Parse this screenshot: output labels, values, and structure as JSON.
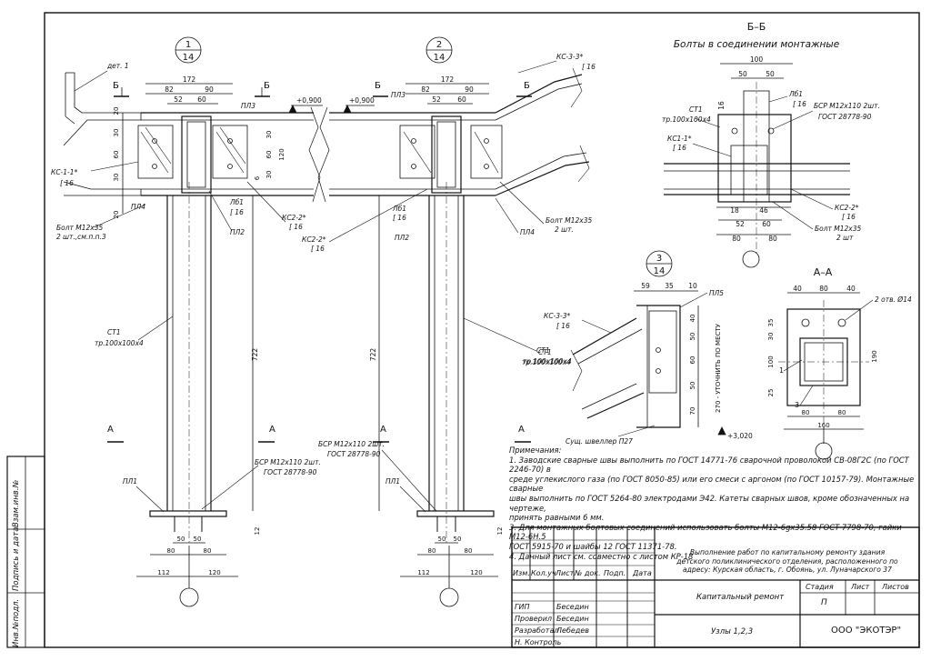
{
  "section_bb": {
    "title": "Б–Б",
    "subtitle": "Болты в соединении монтажные",
    "dims": [
      "100",
      "50",
      "50",
      "18",
      "46",
      "52",
      "60",
      "80",
      "80",
      "16"
    ],
    "labels": {
      "lb1": "Лб1",
      "lb1_sub": "[ 16",
      "bsr": "БСР М12х110 2шт.",
      "bsr_gost": "ГОСТ 28778-90",
      "st1": "СТ1",
      "st1_sub": "тр.100х100х4",
      "ks11": "КС1-1*",
      "ks11_sub": "[ 16",
      "ks22": "КС2-2*",
      "ks22_sub": "[ 16",
      "bolt": "Болт М12х35",
      "bolt_sub": "2 шт"
    }
  },
  "section_aa": {
    "title": "А–А",
    "dims": [
      "40",
      "80",
      "40",
      "35",
      "30",
      "100",
      "25",
      "80",
      "80",
      "160",
      "190"
    ],
    "holes": "2 отв. Ø14",
    "markers": [
      "1",
      "3"
    ]
  },
  "node1": {
    "circle_top": "1",
    "circle_bottom": "14",
    "dims_top": [
      "172",
      "82",
      "90",
      "52",
      "60"
    ],
    "dims_side": [
      "20",
      "30",
      "60",
      "30",
      "20",
      "30",
      "30",
      "60",
      "120",
      "6"
    ],
    "height": "722",
    "dims_base": [
      "50",
      "50",
      "80",
      "80",
      "112",
      "120",
      "12"
    ],
    "labels": {
      "det": "дет. 1",
      "b": "Б",
      "a": "А",
      "level": "+0,900",
      "pl3": "ПЛ3",
      "ks11": "КС-1-1*",
      "ks11_sub": "[ 16",
      "lb1": "Лб1",
      "lb1_sub": "[ 16",
      "pl4": "ПЛ4",
      "pl2": "ПЛ2",
      "ks22": "КС2-2*",
      "ks22_sub": "[ 16",
      "bolt": "Болт М12х35",
      "bolt_sub": "2 шт.,см.п.п.3",
      "st1": "СТ1",
      "st1_sub": "тр.100х100х4",
      "bsr": "БСР М12х110 2шт.",
      "bsr_gost": "ГОСТ 28778-90",
      "pl1": "ПЛ1"
    }
  },
  "node2": {
    "circle_top": "2",
    "circle_bottom": "14",
    "dims_top": [
      "172",
      "82",
      "90",
      "52",
      "60"
    ],
    "height": "722",
    "dims_base": [
      "50",
      "50",
      "80",
      "80",
      "112",
      "120",
      "12"
    ],
    "labels": {
      "b": "Б",
      "a": "А",
      "level": "+0,900",
      "pl3": "ПЛ3",
      "ks33": "КС-3-3*",
      "ks33_sub": "[ 16",
      "lb1": "Лб1",
      "lb1_sub": "[ 16",
      "pl2": "ПЛ2",
      "pl4": "ПЛ4",
      "ks22": "КС2-2*",
      "ks22_sub": "[ 16",
      "bolt": "Болт М12х35",
      "bolt_sub": "2 шт.",
      "st1": "СТ1",
      "st1_sub": "тр.100х100х4",
      "bsr": "БСР М12х110 2шт.",
      "bsr_gost": "ГОСТ 28778-90",
      "pl1": "ПЛ1"
    }
  },
  "node3": {
    "circle_top": "3",
    "circle_bottom": "14",
    "dims": [
      "59",
      "35",
      "10",
      "40",
      "50",
      "60",
      "50",
      "70",
      "270 - УТОЧНИТЬ ПО МЕСТУ"
    ],
    "level": "+3,020",
    "labels": {
      "pl5": "ПЛ5",
      "ks33": "КС-3-3*",
      "ks33_sub": "[ 16",
      "st1": "СТ1",
      "st1_sub": "тр.100х100х4",
      "channel": "Сущ. швеллер П27"
    }
  },
  "notes": {
    "title": "Примечания:",
    "items": [
      "1. Заводские сварные швы выполнить по ГОСТ 14771-76 сварочной проволокой СВ-08Г2С (по ГОСТ 2246-70) в",
      "среде углекислого газа (по ГОСТ 8050-85) или его смеси с аргоном (по ГОСТ 10157-79). Монтажные сварные",
      "швы выполнить по ГОСТ 5264-80 электродами Э42. Катеты сварных швов, кроме обозначенных на чертеже,",
      "принять равными 6 мм.",
      "3. Для монтажных болтовых соединений использовать болты М12-6gх35.58 ГОСТ 7798-70, гайки М12-6Н.5",
      "ГОСТ 5915-70 и шайбы 12 ГОСТ 11371-78.",
      "4. Данный лист см. совместно с листом КР-18"
    ]
  },
  "side_stamp": {
    "inv": "Инв.№подл.",
    "sign": "Подпись и дата",
    "vzam": "Взам.инв.№"
  },
  "title_block": {
    "headers": [
      "Изм.",
      "Кол.уч",
      "Лист",
      "№ док.",
      "Подп.",
      "Дата"
    ],
    "roles": [
      "ГИП",
      "Проверил",
      "Разработал",
      "Н. Контроль"
    ],
    "names": [
      "Беседин",
      "Беседин",
      "Лебедев",
      ""
    ],
    "project": "Выполнение работ по капитальному ремонту здания детского поликлинического отделения, расположенного по адресу: Курская область, г. Обоянь, ул. Луначарского 37",
    "work": "Капитальный ремонт",
    "stage_h": "Стадия",
    "sheet_h": "Лист",
    "sheets_h": "Листов",
    "stage": "П",
    "sheet": "",
    "sheets": "",
    "drawing": "Узлы 1,2,3",
    "company": "ООО \"ЭКОТЭР\""
  }
}
